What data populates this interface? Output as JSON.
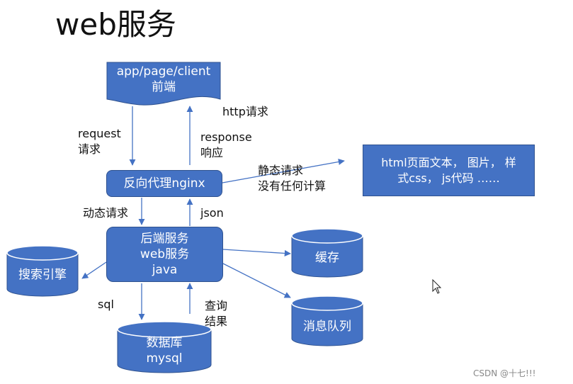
{
  "title": "web服务",
  "nodes": {
    "client": [
      "app/page/client",
      "前端"
    ],
    "nginx": "反向代理nginx",
    "backend": [
      "后端服务",
      "web服务",
      "java"
    ],
    "static": [
      "html页面文本，  图片，  样",
      "式css，  js代码 ……"
    ],
    "search": "搜索引擎",
    "cache": "缓存",
    "mq": "消息队列",
    "db": [
      "数据库",
      "mysql"
    ]
  },
  "edges": {
    "http": "http请求",
    "request": [
      "request",
      "请求"
    ],
    "response": [
      "response",
      "响应"
    ],
    "static_req": [
      "静态请求",
      "没有任何计算"
    ],
    "dynamic_req": "动态请求",
    "json": "json",
    "sql": "sql",
    "query": [
      "查询",
      "结果"
    ]
  },
  "watermark": "CSDN @十七!!!",
  "colors": {
    "node_fill": "#4472c4",
    "node_border": "#2f528f",
    "arrow": "#4472c4"
  }
}
